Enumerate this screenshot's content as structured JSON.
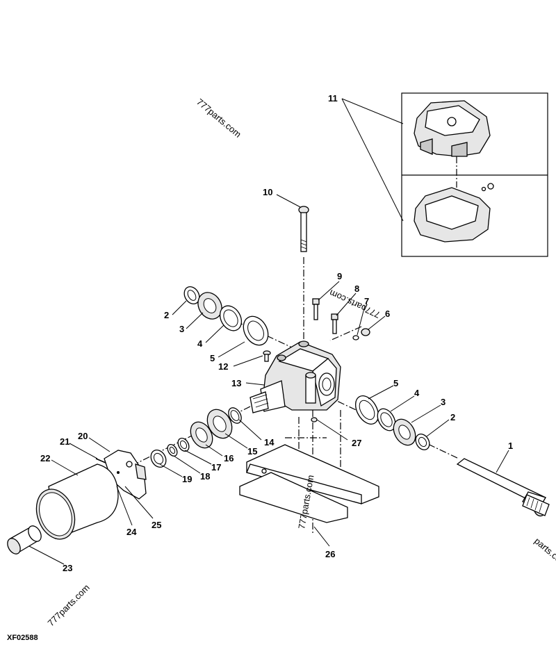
{
  "diagram_code": "XF02588",
  "watermarks": [
    "777parts.com",
    "777parts.com",
    "777parts.com",
    "777parts.com",
    "parts.com"
  ],
  "callouts": {
    "p1": "1",
    "p2a": "2",
    "p2b": "2",
    "p3a": "3",
    "p3b": "3",
    "p4a": "4",
    "p4b": "4",
    "p5a": "5",
    "p5b": "5",
    "p6": "6",
    "p7": "7",
    "p8": "8",
    "p9": "9",
    "p10": "10",
    "p11": "11",
    "p12": "12",
    "p13": "13",
    "p14": "14",
    "p15": "15",
    "p16": "16",
    "p17": "17",
    "p18": "18",
    "p19": "19",
    "p20": "20",
    "p21": "21",
    "p22": "22",
    "p23": "23",
    "p24": "24",
    "p25": "25",
    "p26": "26",
    "p27": "27"
  }
}
